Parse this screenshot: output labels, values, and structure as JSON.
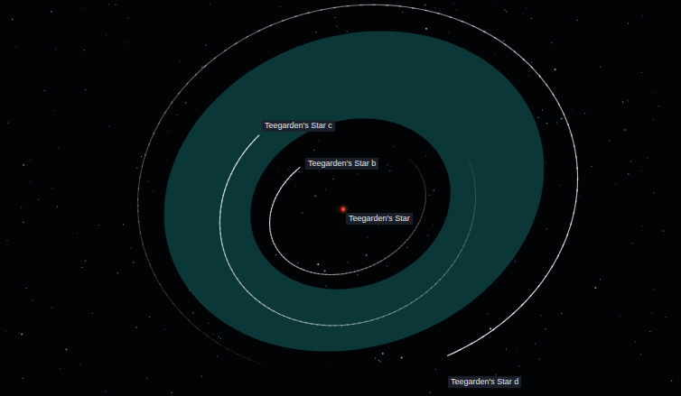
{
  "diagram": {
    "labels": [
      "Teegarden's Star c",
      "Teegarden's Star b",
      "Teegarden's Star",
      "Teegarden's Star d"
    ]
  }
}
